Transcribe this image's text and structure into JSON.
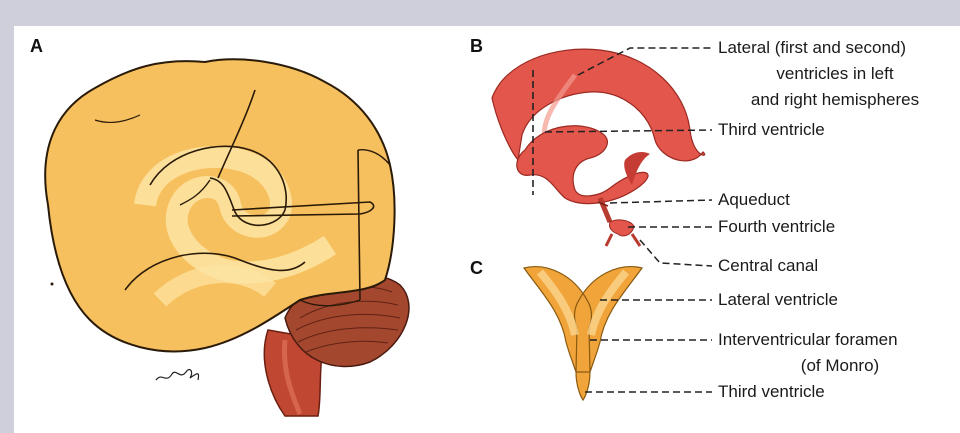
{
  "panels": {
    "a": "A",
    "b": "B",
    "c": "C"
  },
  "labels": {
    "lateral_first_second_l1": "Lateral (first and second)",
    "lateral_first_second_l2": "ventricles in left",
    "lateral_first_second_l3": "and right hemispheres",
    "third_ventricle_b": "Third ventricle",
    "aqueduct": "Aqueduct",
    "fourth_ventricle": "Fourth ventricle",
    "central_canal": "Central canal",
    "lateral_ventricle_c": "Lateral ventricle",
    "interventricular_l1": "Interventricular foramen",
    "interventricular_l2": "(of Monro)",
    "third_ventricle_c": "Third ventricle"
  },
  "signature": "wR",
  "colors": {
    "frame": "#cfcfdb",
    "brain": "#f7c05e",
    "brain_light": "#fde4a3",
    "cerebellum": "#a4472f",
    "brainstem": "#c04731",
    "ventricle_red": "#e2564c",
    "ventricle_orange": "#f0a43a"
  }
}
